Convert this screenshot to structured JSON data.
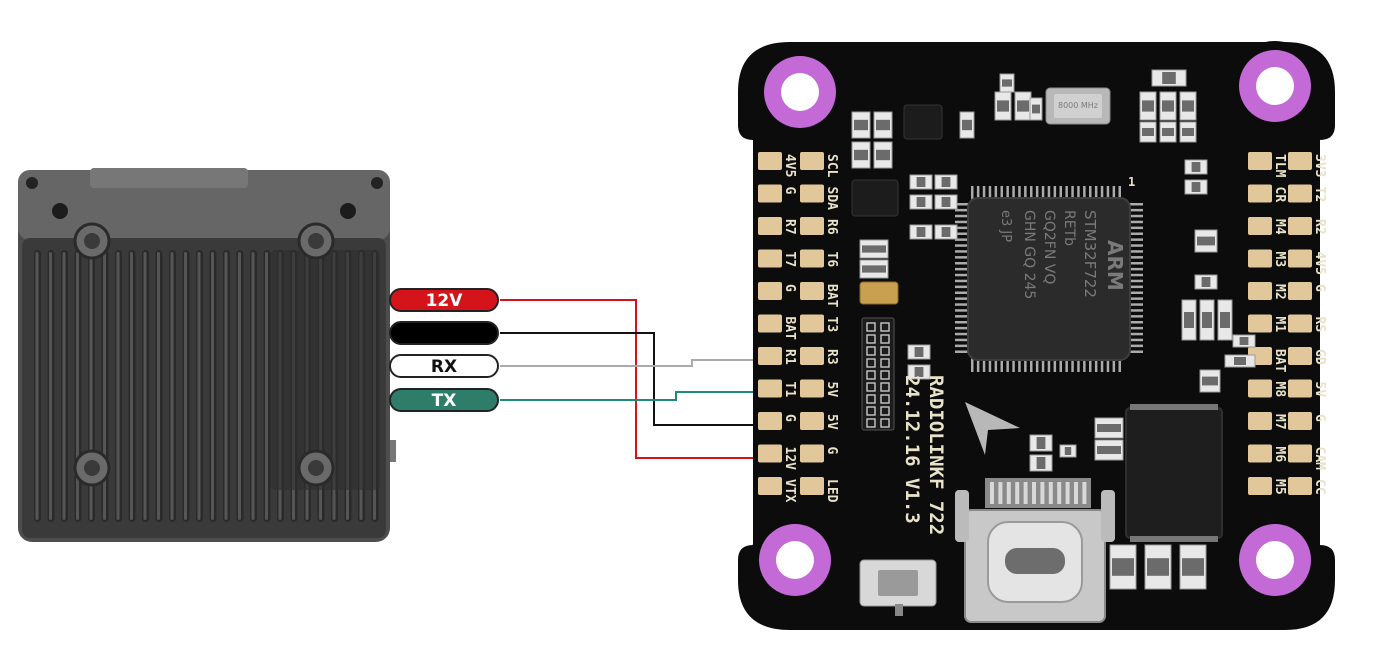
{
  "wires": [
    {
      "label": "12V",
      "fill": "#d4141a",
      "text_color": "#ffffff",
      "line": "#d4141a",
      "pad_dot": "#d4141a"
    },
    {
      "label": "",
      "fill": "#000000",
      "text_color": "#ffffff",
      "line": "#111111",
      "pad_dot": "#111111"
    },
    {
      "label": "RX",
      "fill": "#ffffff",
      "text_color": "#111111",
      "line": "#aaaaaa",
      "pad_dot": "#e8e8e8"
    },
    {
      "label": "TX",
      "fill": "#2e7d6b",
      "text_color": "#ffffff",
      "line": "#1f8a78",
      "pad_dot": "#1f8a78"
    }
  ],
  "board": {
    "brand": "RADIOLINKF 722",
    "version": "24.12.16 V1.3",
    "mcu": {
      "logo": "ARM",
      "line1": "STM32F722",
      "line2": "RETb",
      "line3": "GQ2FN VQ",
      "line4": "GHN GQ 245",
      "line5": "e3 JP"
    },
    "crystal": "8000 MHz",
    "pin1": "1",
    "left_pads": [
      {
        "a": "4V5",
        "b": "SCL"
      },
      {
        "a": "G",
        "b": "SDA"
      },
      {
        "a": "R7",
        "b": "R6"
      },
      {
        "a": "T7",
        "b": "T6"
      },
      {
        "a": "G",
        "b": "BAT"
      },
      {
        "a": "BAT",
        "b": "T3"
      },
      {
        "a": "R1",
        "b": "R3"
      },
      {
        "a": "T1",
        "b": "5V"
      },
      {
        "a": "G",
        "b": "5V"
      },
      {
        "a": "12V",
        "b": "G"
      },
      {
        "a": "VTX",
        "b": "LED"
      }
    ],
    "right_pads": [
      {
        "a": "TLM",
        "b": "3V3"
      },
      {
        "a": "CR",
        "b": "T2"
      },
      {
        "a": "M4",
        "b": "R2"
      },
      {
        "a": "M3",
        "b": "4V5"
      },
      {
        "a": "M2",
        "b": "G"
      },
      {
        "a": "M1",
        "b": "RS"
      },
      {
        "a": "BAT",
        "b": "GD"
      },
      {
        "a": "M8",
        "b": "5V"
      },
      {
        "a": "M7",
        "b": "G"
      },
      {
        "a": "M6",
        "b": "CAM"
      },
      {
        "a": "M5",
        "b": "CC"
      }
    ],
    "colors": {
      "pcb": "#0c0c0c",
      "pad": "#e2c79a",
      "mount_hole": "#c46ad6",
      "silk": "#e8e2c8"
    }
  },
  "device": {
    "body_color": "#5a5a5a",
    "fin_color": "#3a3a3a"
  }
}
